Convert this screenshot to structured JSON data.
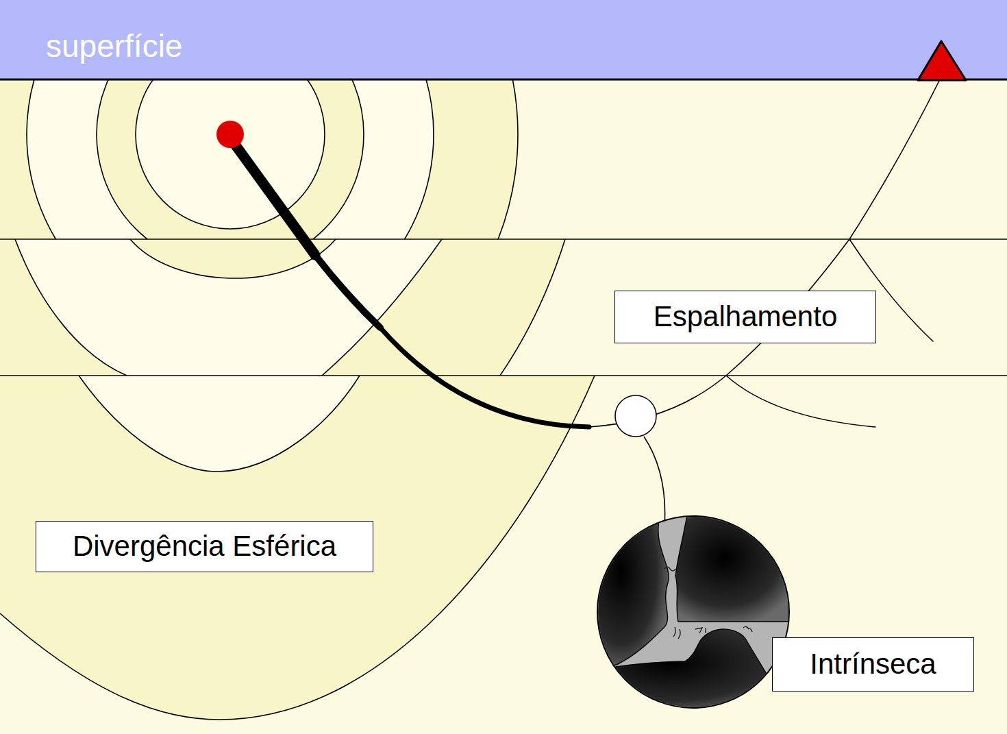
{
  "diagram": {
    "nodes": [
      {
        "text": [
          "superfície"
        ]
      },
      {
        "text": [
          "Espalhamento"
        ]
      },
      {
        "text": [
          "Divergência Esférica"
        ]
      },
      {
        "text": [
          "Intrínseca"
        ]
      }
    ]
  }
}
